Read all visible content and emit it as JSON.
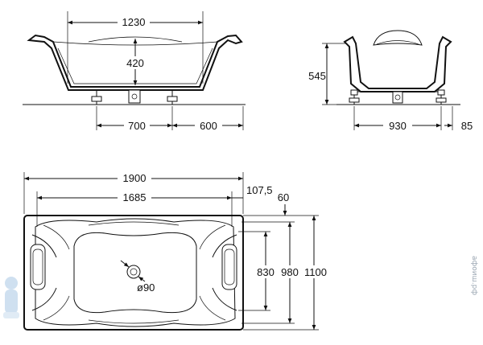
{
  "dimensions": {
    "side_width_top": "1230",
    "side_depth": "420",
    "side_leg_span": "700",
    "side_leg_to_end": "600",
    "end_height": "545",
    "end_leg_span": "930",
    "end_offset": "85",
    "plan_length": "1900",
    "plan_inner_length": "1685",
    "plan_offset": "107,5",
    "plan_rim": "60",
    "plan_width_830": "830",
    "plan_width_980": "980",
    "plan_width_1100": "1100",
    "drain_diameter": "ø90"
  },
  "watermark": {
    "text": "афоиш.рф"
  },
  "colors": {
    "line": "#111111",
    "watermark": "#9aa6b2",
    "mascot": "#a9c8e4"
  }
}
